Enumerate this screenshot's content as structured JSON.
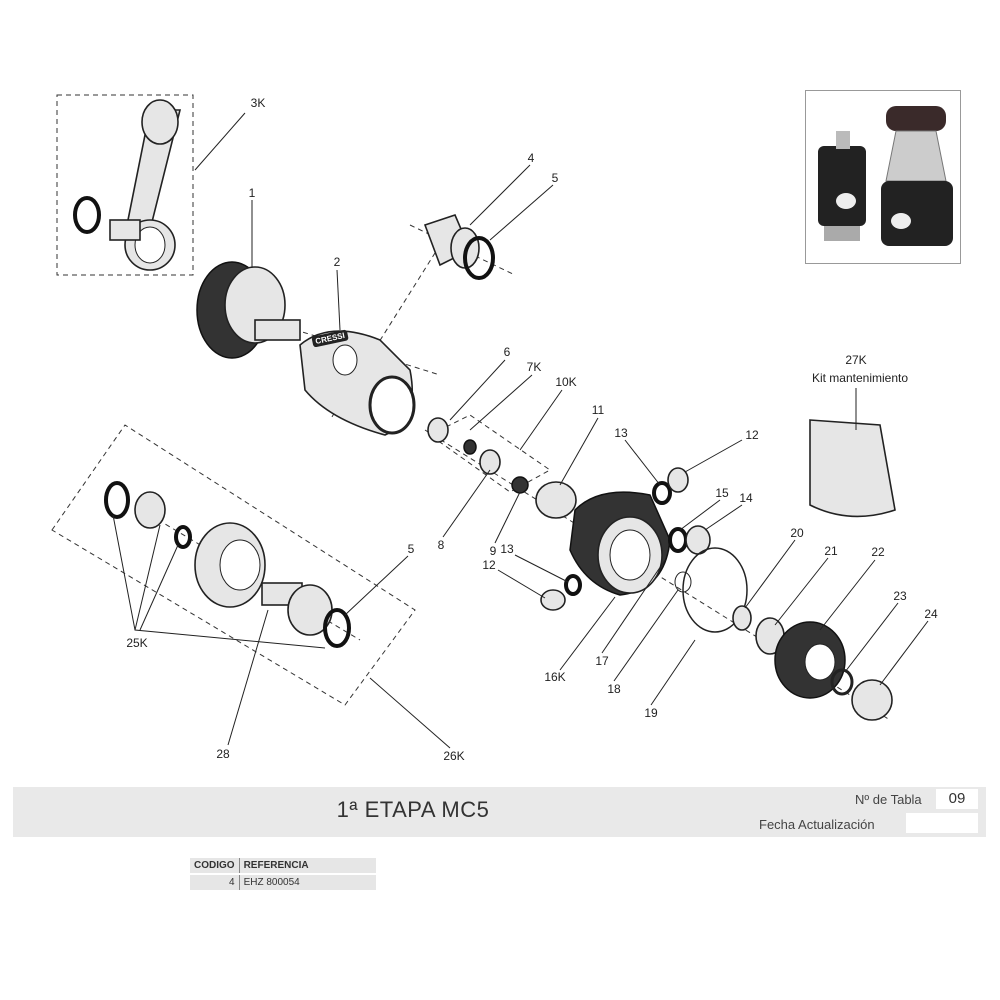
{
  "diagram": {
    "labels": {
      "l3K": "3K",
      "l1": "1",
      "l2": "2",
      "l4": "4",
      "l5a": "5",
      "l6": "6",
      "l7K": "7K",
      "l10K": "10K",
      "l11": "11",
      "l13a": "13",
      "l12a": "12",
      "l27K": "27K",
      "kit": "Kit mantenimiento",
      "l15": "15",
      "l14": "14",
      "l20": "20",
      "l21": "21",
      "l22": "22",
      "l23": "23",
      "l24": "24",
      "l8": "8",
      "l9": "9",
      "l13b": "13",
      "l12b": "12",
      "l5b": "5",
      "l25K": "25K",
      "l16K": "16K",
      "l17": "17",
      "l18": "18",
      "l19": "19",
      "l28": "28",
      "l26K": "26K"
    },
    "brand_mark": "CRESSI"
  },
  "header": {
    "title": "1ª ETAPA MC5",
    "table_no_label": "Nº de Tabla",
    "table_no": "09",
    "update_label": "Fecha Actualización",
    "update_value": ""
  },
  "ref_table": {
    "columns": [
      "CODIGO",
      "REFERENCIA"
    ],
    "rows": [
      {
        "codigo": "4",
        "referencia": "EHZ 800054"
      }
    ]
  }
}
